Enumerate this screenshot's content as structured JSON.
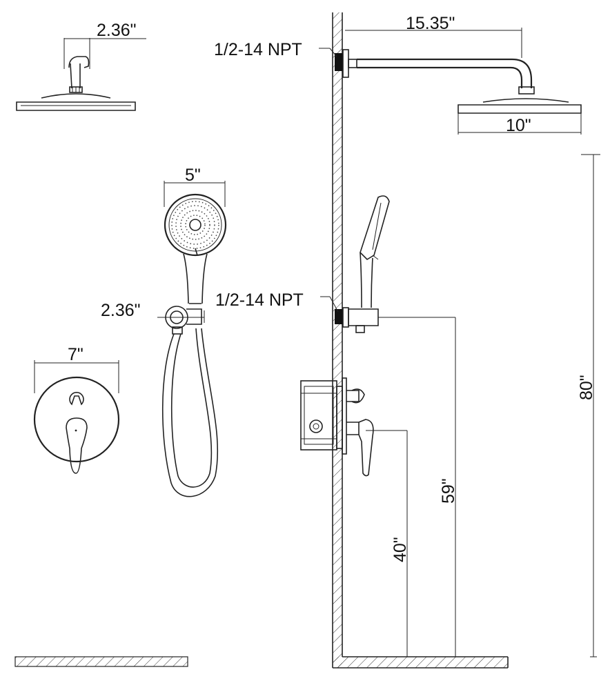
{
  "dimensions": {
    "shower_arm_projection_small": "2.36\"",
    "shower_arm_length": "15.35\"",
    "shower_head_diameter": "10\"",
    "hand_shower_diameter": "5\"",
    "holder_projection": "2.36\"",
    "trim_plate_diameter": "7\"",
    "head_height": "80\"",
    "outlet_height": "59\"",
    "valve_height": "40\""
  },
  "thread_labels": {
    "upper": "1/2-14 NPT",
    "lower": "1/2-14 NPT"
  }
}
